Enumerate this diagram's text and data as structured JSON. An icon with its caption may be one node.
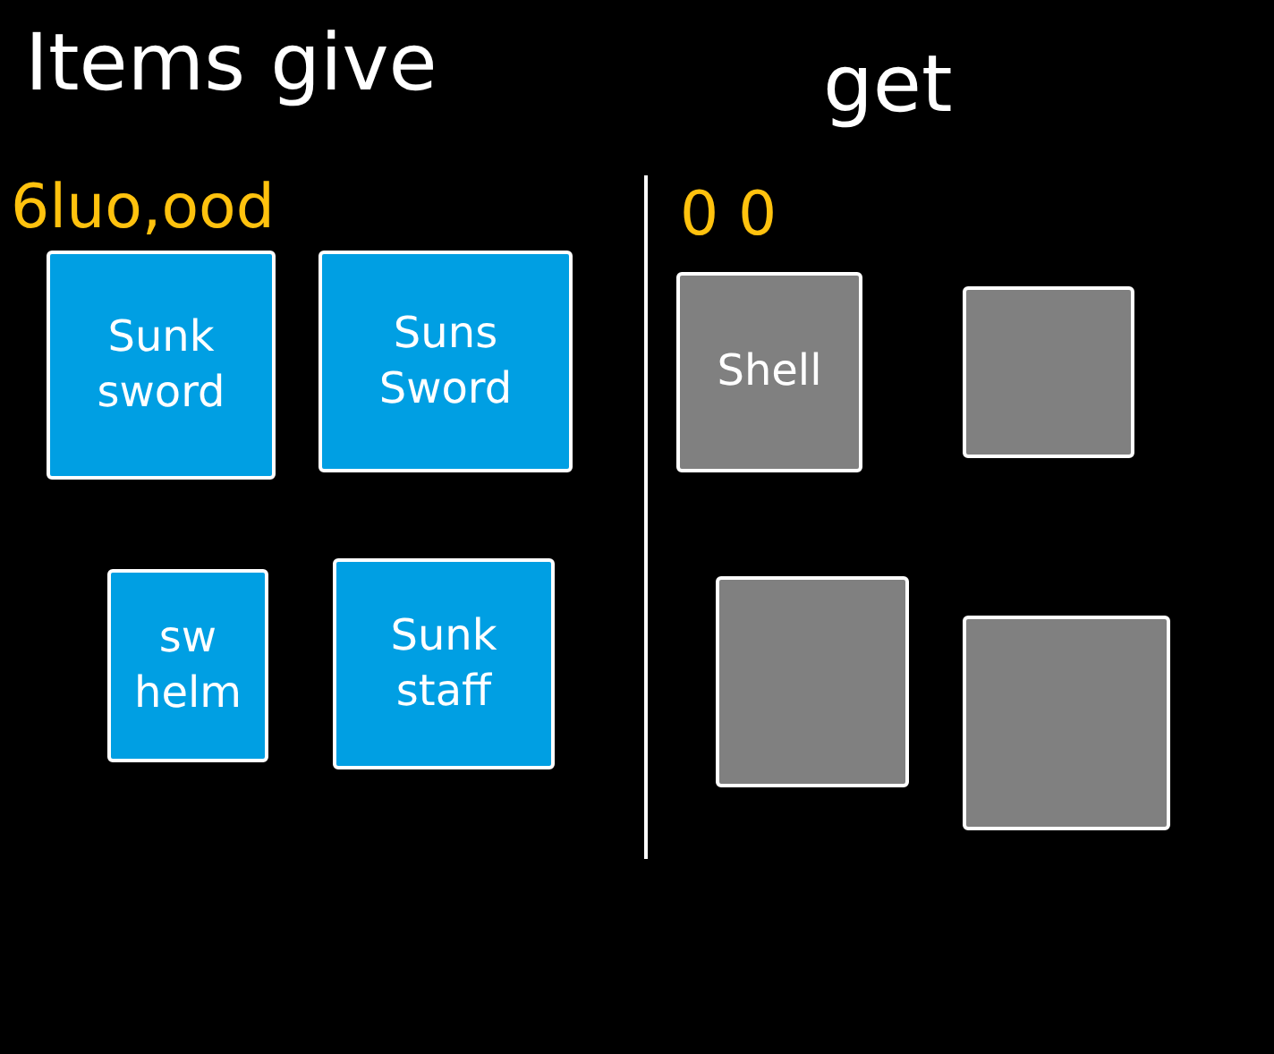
{
  "diagram": {
    "nodes": [
      {
        "text": [
          "Sunk sword"
        ]
      },
      {
        "text": [
          "Suns Sword"
        ]
      },
      {
        "text": [
          "sw helm"
        ]
      },
      {
        "text": [
          "Sunk staff"
        ]
      },
      {
        "text": [
          "Shell"
        ]
      },
      {
        "text": [],
        "shape": "box"
      },
      {
        "text": [],
        "shape": "box"
      },
      {
        "text": [],
        "shape": "box"
      }
    ],
    "edges": [],
    "labels": [
      "Items give",
      "get",
      "6luo,ood",
      "0 0"
    ]
  }
}
